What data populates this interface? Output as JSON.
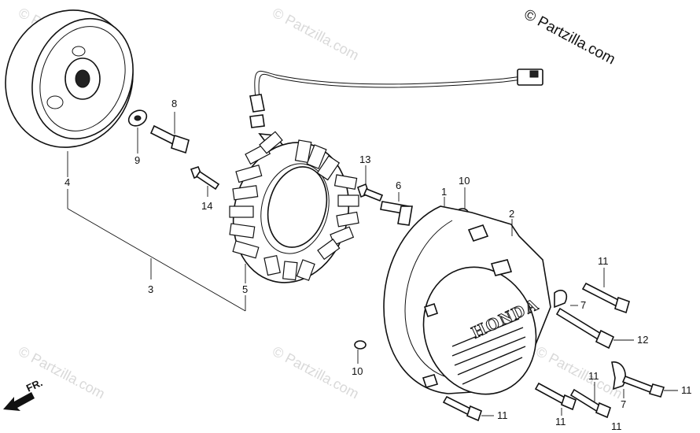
{
  "copyright": "© Partzilla.com",
  "watermark_text": "© Partzilla.com",
  "front_label": "FR.",
  "brand_emboss": "HONDA",
  "callouts": {
    "c1": "1",
    "c2": "2",
    "c3": "3",
    "c4": "4",
    "c5": "5",
    "c6": "6",
    "c7a": "7",
    "c7b": "7",
    "c8": "8",
    "c9": "9",
    "c10a": "10",
    "c10b": "10",
    "c11a": "11",
    "c11b": "11",
    "c11c": "11",
    "c11d": "11",
    "c11e": "11",
    "c11f": "11",
    "c12": "12",
    "c13": "13",
    "c14": "14"
  },
  "colors": {
    "ink": "#111111",
    "watermark": "#d9d9d9",
    "background": "#ffffff"
  }
}
